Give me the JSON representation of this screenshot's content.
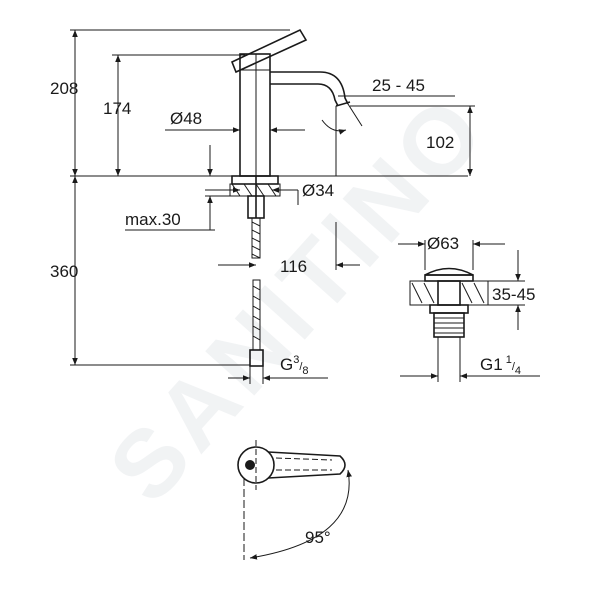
{
  "watermark": "SANITINO",
  "dimensions": {
    "total_height": "208",
    "spout_height": "174",
    "body_diameter": "Ø48",
    "spout_angle": "25 - 45",
    "outlet_height": "102",
    "base_diameter": "Ø34",
    "max_deck": "max.30",
    "hose_length": "360",
    "spout_reach": "116",
    "connection": "G",
    "connection_num": "3",
    "connection_den": "8",
    "waste_diameter": "Ø63",
    "waste_range": "35-45",
    "waste_thread": "G1",
    "waste_thread_num": "1",
    "waste_thread_den": "4",
    "swivel_angle": "95°"
  }
}
